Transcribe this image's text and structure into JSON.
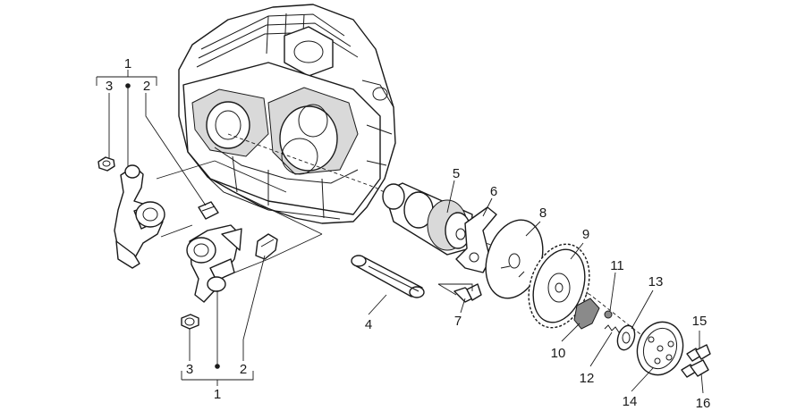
{
  "callouts": {
    "group_top_1": "1",
    "group_top_3": "3",
    "group_top_2": "2",
    "group_bot_1": "1",
    "group_bot_3": "3",
    "group_bot_2": "2",
    "p4": "4",
    "p5": "5",
    "p6": "6",
    "p7": "7",
    "p8": "8",
    "p9": "9",
    "p10": "10",
    "p11": "11",
    "p12": "12",
    "p13": "13",
    "p14": "14",
    "p15": "15",
    "p16": "16"
  }
}
